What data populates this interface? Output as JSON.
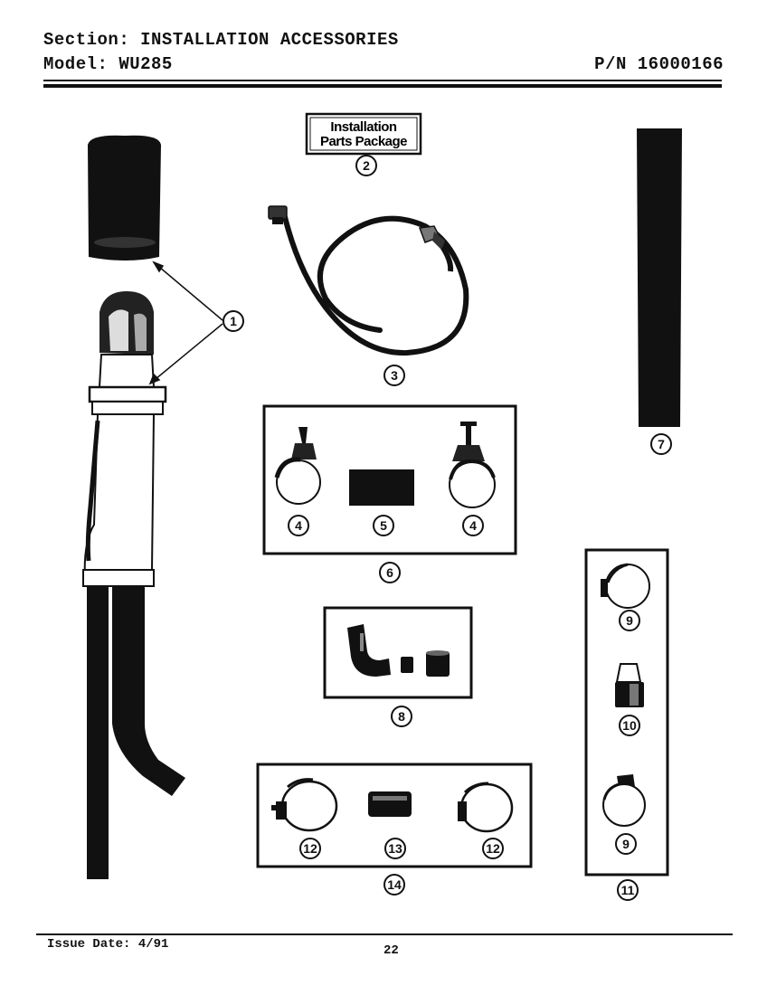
{
  "header": {
    "section_label": "Section:",
    "section_value": "INSTALLATION ACCESSORIES",
    "model_label": "Model:",
    "model_value": "WU285",
    "part_number": "P/N 16000166"
  },
  "footer": {
    "issue_date": "Issue Date: 4/91",
    "page_number": "22"
  },
  "package_label": {
    "line1": "Installation",
    "line2": "Parts Package"
  },
  "callouts": {
    "c1": "1",
    "c2": "2",
    "c3": "3",
    "c4a": "4",
    "c4b": "4",
    "c5": "5",
    "c6": "6",
    "c7": "7",
    "c8": "8",
    "c9a": "9",
    "c9b": "9",
    "c10": "10",
    "c11": "11",
    "c12a": "12",
    "c12b": "12",
    "c13": "13",
    "c14": "14"
  },
  "icons": [
    "drain-hose-icon",
    "hose-cap-icon",
    "fill-hose-icon",
    "vent-tube-icon",
    "clamp-icon",
    "elbow-fitting-icon",
    "coupling-icon"
  ]
}
